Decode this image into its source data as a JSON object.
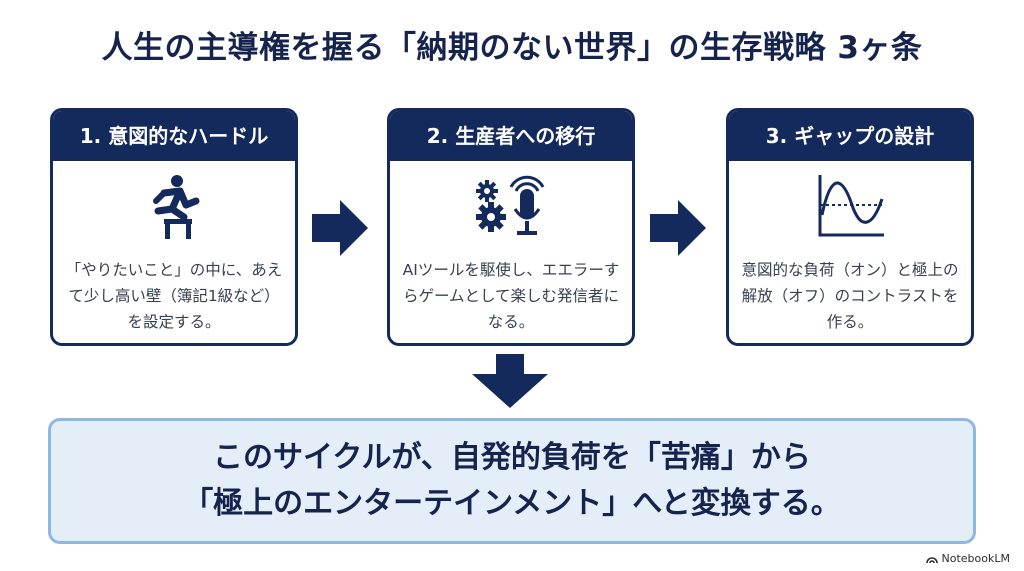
{
  "title": "人生の主導権を握る「納期のない世界」の生存戦略 3ヶ条",
  "cards": [
    {
      "heading": "1. 意図的なハードル",
      "icon": "hurdle-jumper-icon",
      "body": "「やりたいこと」の中に、あえて少し高い壁（簿記1級など）を設定する。"
    },
    {
      "heading": "2. 生産者への移行",
      "icon": "gears-microphone-icon",
      "body": "AIツールを駆使し、エエラーすらゲームとして楽しむ発信者になる。"
    },
    {
      "heading": "3. ギャップの設計",
      "icon": "wave-graph-icon",
      "body": "意図的な負荷（オン）と極上の解放（オフ）のコントラストを作る。"
    }
  ],
  "conclusion": {
    "line1": "このサイクルが、自発的負荷を「苦痛」から",
    "line2": "「極上のエンターテインメント」へと変換する。"
  },
  "watermark": "NotebookLM",
  "colors": {
    "navy": "#14295c",
    "light_blue_bg": "#e3eef9",
    "light_blue_border": "#8fb8e0"
  }
}
